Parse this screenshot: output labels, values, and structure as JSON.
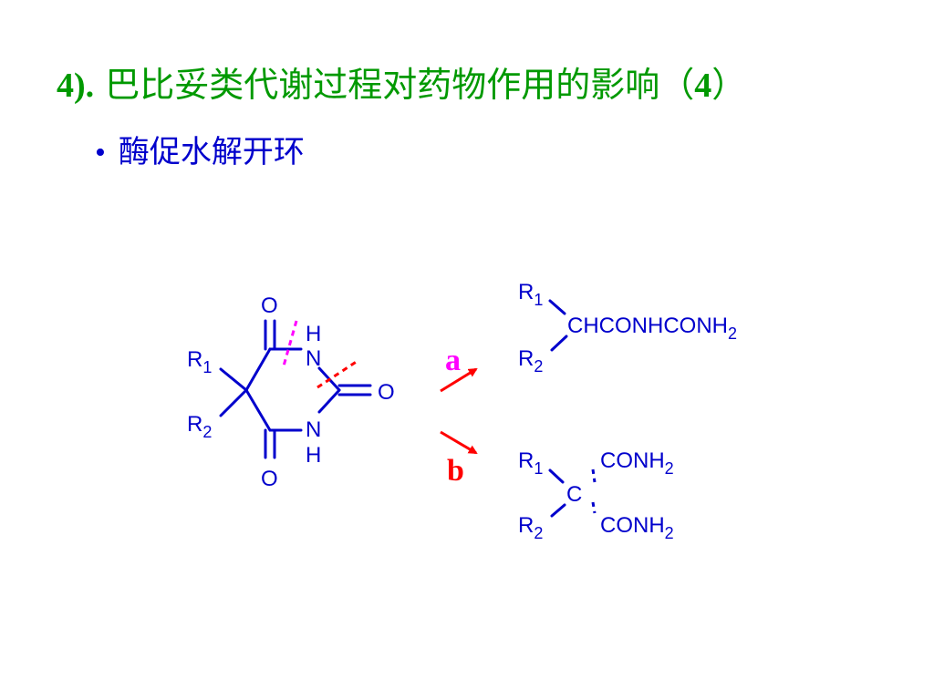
{
  "slide": {
    "title_number": "4).",
    "title_text": "巴比妥类代谢过程对药物作用的影响（",
    "title_paren_number": "4",
    "title_close": "）",
    "bullet_symbol": "•",
    "bullet_text": "酶促水解开环"
  },
  "diagram": {
    "reactant": {
      "o_top": "O",
      "o_bottom": "O",
      "o_right": "O",
      "h_top": "H",
      "n_top": "N",
      "n_bottom": "N",
      "h_bottom": "H",
      "r1": "R",
      "r1_sub": "1",
      "r2": "R",
      "r2_sub": "2"
    },
    "path_a": {
      "label": "a",
      "color": "#ff00ff"
    },
    "path_b": {
      "label": "b",
      "color": "#ff0000"
    },
    "product_a": {
      "r1": "R",
      "r1_sub": "1",
      "r2": "R",
      "r2_sub": "2",
      "chain": "CHCONHCONH",
      "chain_sub": "2"
    },
    "product_b": {
      "r1": "R",
      "r1_sub": "1",
      "r2": "R",
      "r2_sub": "2",
      "center": "C",
      "top_group": "CONH",
      "top_group_sub": "2",
      "bottom_group": "CONH",
      "bottom_group_sub": "2"
    },
    "colors": {
      "bond": "#0000cc",
      "arrow": "#ff0000",
      "cleave_a": "#ff00ff",
      "cleave_b": "#ff0000"
    }
  }
}
